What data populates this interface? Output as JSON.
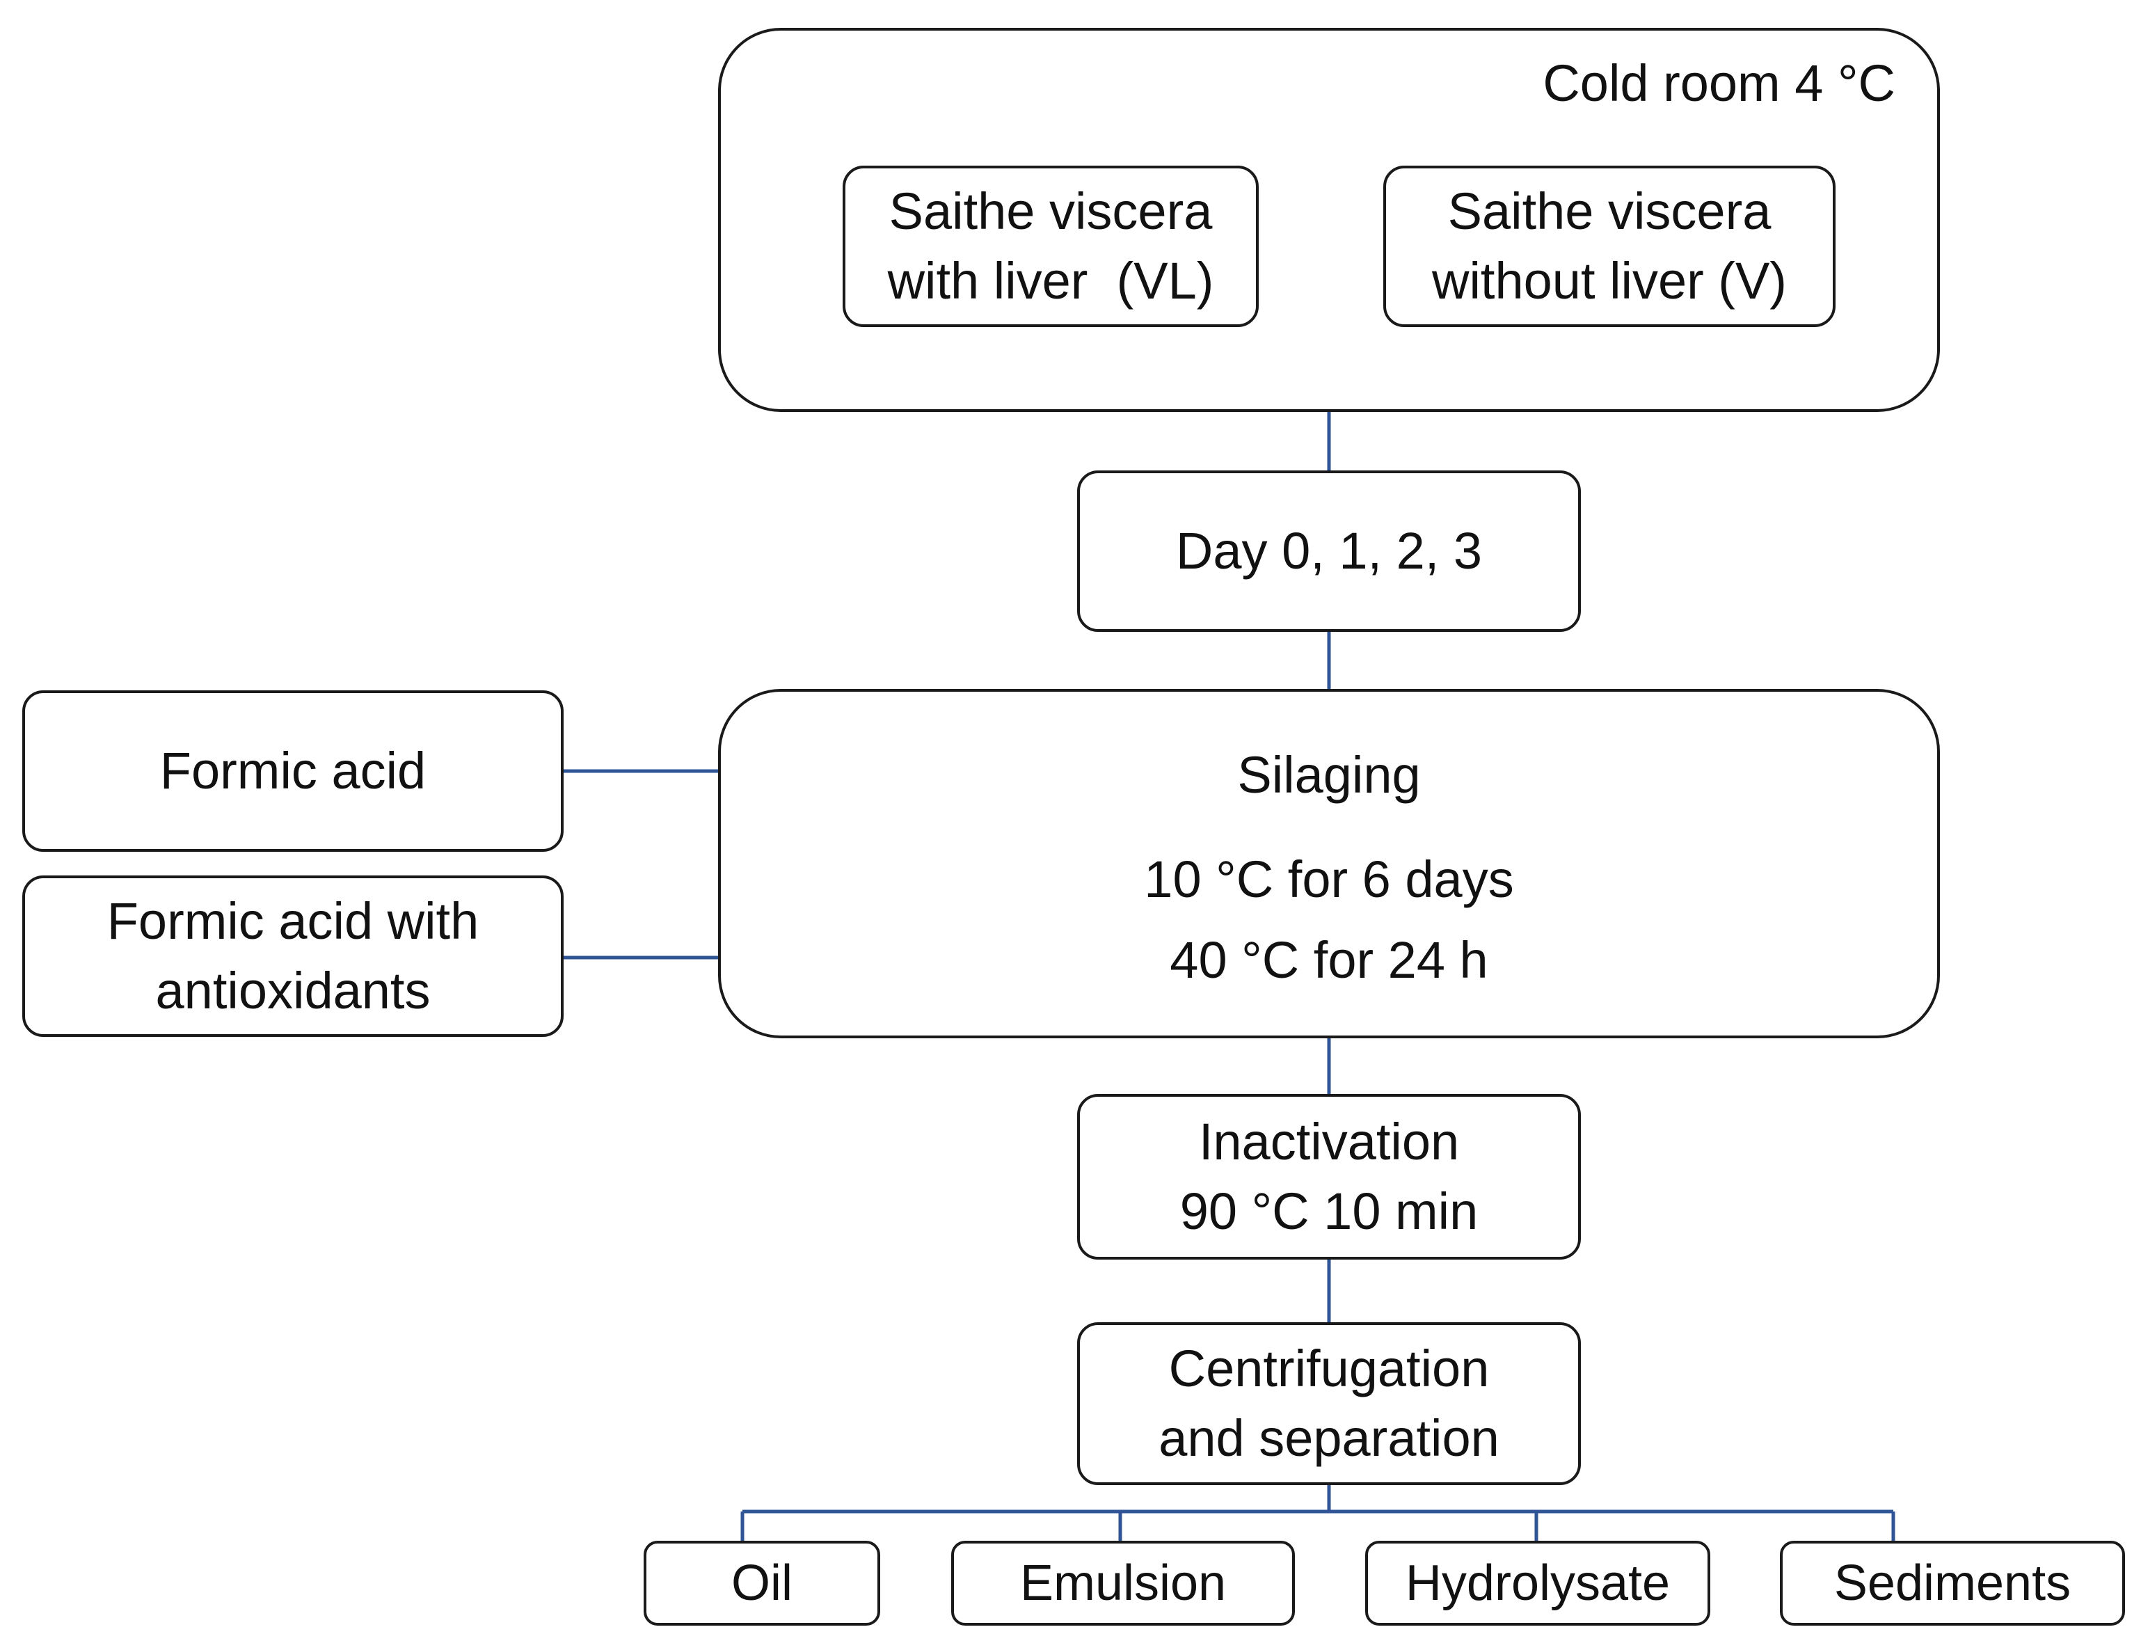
{
  "diagram": {
    "cold_room": {
      "label": "Cold room 4 °C",
      "viscera_with_liver": {
        "line1": "Saithe viscera",
        "line2": "with liver  (VL)"
      },
      "viscera_without_liver": {
        "line1": "Saithe viscera",
        "line2": "without liver (V)"
      }
    },
    "days": {
      "label": "Day 0, 1, 2, 3"
    },
    "silaging": {
      "title": "Silaging",
      "line1": "10 °C for 6 days",
      "line2": "40 °C for 24 h"
    },
    "additives": {
      "formic_acid": {
        "label": "Formic acid"
      },
      "formic_acid_antioxidants": {
        "line1": "Formic acid with",
        "line2": "antioxidants"
      }
    },
    "inactivation": {
      "line1": "Inactivation",
      "line2": "90 °C 10 min"
    },
    "centrifugation": {
      "line1": "Centrifugation",
      "line2": "and separation"
    },
    "fractions": {
      "oil": "Oil",
      "emulsion": "Emulsion",
      "hydrolysate": "Hydrolysate",
      "sediments": "Sediments"
    },
    "colors": {
      "connector": "#2f5597",
      "box_border": "#1a1a1a",
      "text": "#111111"
    }
  }
}
